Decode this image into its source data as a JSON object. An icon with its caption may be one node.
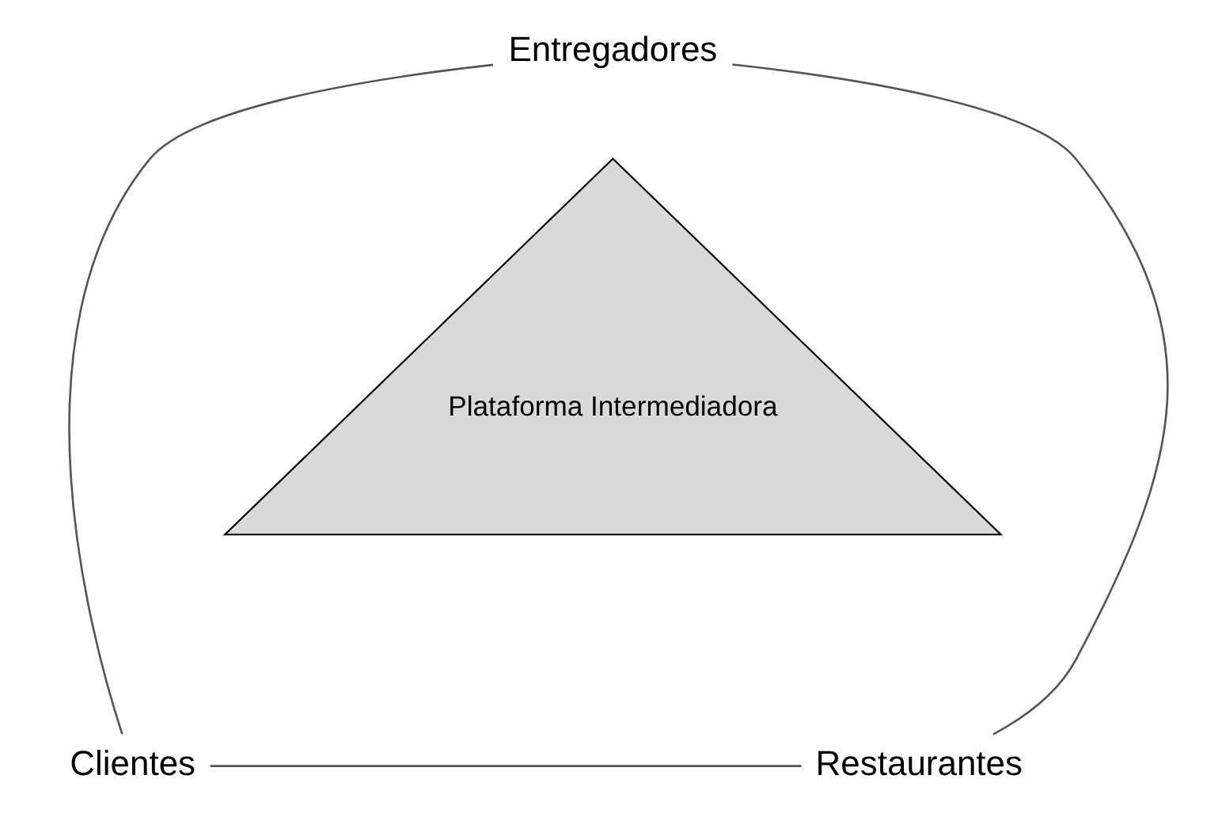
{
  "diagram": {
    "nodes": [
      {
        "text": [
          "Entregadores"
        ]
      },
      {
        "text": [
          "Plataforma Intermediadora"
        ]
      },
      {
        "text": [
          "Clientes"
        ]
      },
      {
        "text": [
          "Restaurantes"
        ]
      }
    ],
    "edges": [
      {
        "from": 0,
        "to": 2,
        "arrow": "none"
      },
      {
        "from": 0,
        "to": 3,
        "arrow": "none"
      },
      {
        "from": 2,
        "to": 3,
        "arrow": "none"
      }
    ]
  }
}
